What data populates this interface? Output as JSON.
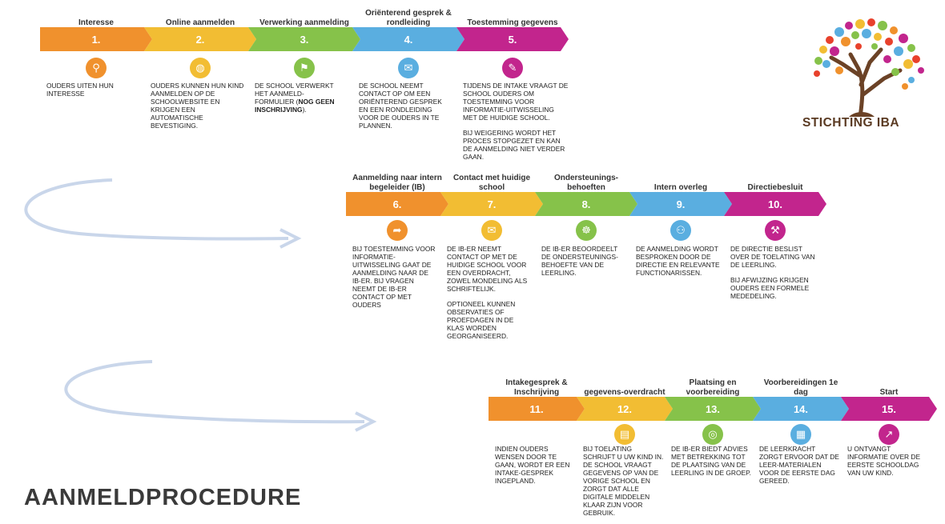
{
  "title": "AANMELDPROCEDURE",
  "logo_text": "STICHTING IBA",
  "colors": {
    "orange": "#f0912d",
    "yellow": "#f2bd33",
    "green": "#86c24a",
    "blue": "#5aaee0",
    "magenta": "#c2258d"
  },
  "steps": [
    {
      "number": "1.",
      "title": "Interesse",
      "icon": "binoculars-icon",
      "paragraphs": [
        "Ouders uiten hun interesse"
      ]
    },
    {
      "number": "2.",
      "title": "Online aanmelden",
      "icon": "globe-icon",
      "paragraphs": [
        "Ouders kunnen hun kind aanmelden op de schoolwebsite en krijgen een automatische bevestiging."
      ]
    },
    {
      "number": "3.",
      "title": "Verwerking aanmelding",
      "icon": "presenter-icon",
      "paragraphs": [
        "De school verwerkt het aanmeld-formulier (",
        "nog geen inschrijving",
        ")."
      ]
    },
    {
      "number": "4.",
      "title": "Oriënterend gesprek & rondleiding",
      "icon": "chat-bubbles-icon",
      "paragraphs": [
        "De school neemt contact op om een oriënterend gesprek en een rondleiding voor de ouders in te plannen."
      ]
    },
    {
      "number": "5.",
      "title": "Toestemming gegevens",
      "icon": "consent-icon",
      "paragraphs": [
        "Tijdens de intake vraagt de school ouders om toestemming voor informatie-uitwisseling met de huidige school.",
        "Bij weigering wordt het proces stopgezet en kan de aanmelding niet verder gaan."
      ]
    },
    {
      "number": "6.",
      "title": "Aanmelding naar intern begeleider (IB)",
      "icon": "forward-arrow-icon",
      "paragraphs": [
        "Bij toestemming voor informatie-uitwisseling gaat de aanmelding naar de IB-er. Bij vragen neemt de IB-er contact op met ouders"
      ]
    },
    {
      "number": "7.",
      "title": "Contact met huidige school",
      "icon": "envelope-icon",
      "paragraphs": [
        "De IB-er neemt contact op met de huidige school voor een overdracht, zowel mondeling als schriftelijk.",
        "Optioneel kunnen observaties of proefdagen in de klas worden georganiseerd."
      ]
    },
    {
      "number": "8.",
      "title": "Ondersteunings-behoeften",
      "icon": "support-hand-icon",
      "paragraphs": [
        "De IB-er beoordeelt de ondersteunings-behoefte van de leerling."
      ]
    },
    {
      "number": "9.",
      "title": "Intern overleg",
      "icon": "meeting-icon",
      "paragraphs": [
        "De aanmelding wordt besproken door de directie en relevante functionarissen."
      ]
    },
    {
      "number": "10.",
      "title": "Directiebesluit",
      "icon": "gavel-icon",
      "paragraphs": [
        "De directie beslist over de toelating van de leerling.",
        "Bij afwijzing krijgen ouders een formele mededeling."
      ]
    },
    {
      "number": "11.",
      "title": "Intakegesprek & Inschrijving",
      "icon": "none",
      "paragraphs": [
        "Indien ouders wensen door te gaan, wordt er een intake-gesprek ingepland."
      ]
    },
    {
      "number": "12.",
      "title": "gegevens-overdracht",
      "icon": "documents-icon",
      "paragraphs": [
        "Bij toelating schrijft u uw kind in. De school vraagt gegevens op van de vorige school en zorgt dat alle digitale middelen klaar zijn voor gebruik."
      ]
    },
    {
      "number": "13.",
      "title": "Plaatsing en voorbereiding",
      "icon": "target-icon",
      "paragraphs": [
        "De IB-er biedt advies met betrekking tot de plaatsing van de leerling in de groep."
      ]
    },
    {
      "number": "14.",
      "title": "Voorbereidingen 1e dag",
      "icon": "calendar-icon",
      "paragraphs": [
        "De leerkracht zorgt ervoor dat de leer-materialen voor de eerste dag gereed."
      ]
    },
    {
      "number": "15.",
      "title": "Start",
      "icon": "trend-up-icon",
      "paragraphs": [
        "U ontvangt informatie over de eerste schooldag van uw kind."
      ]
    }
  ]
}
